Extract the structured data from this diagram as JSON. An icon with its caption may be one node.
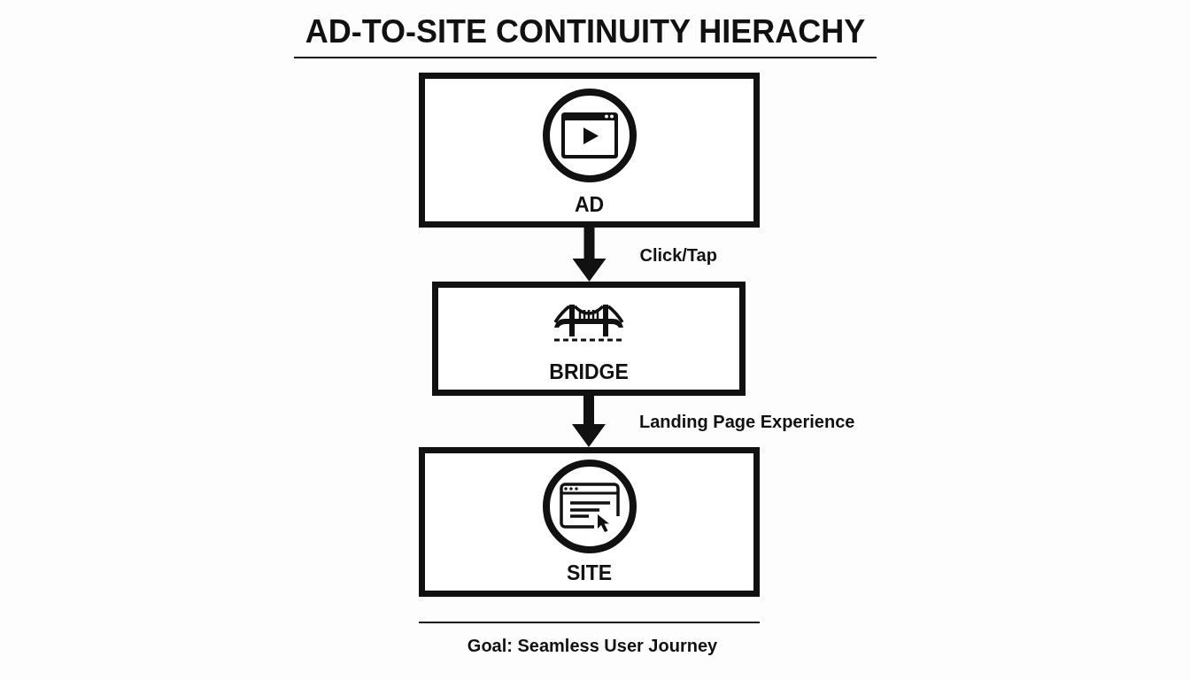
{
  "diagram": {
    "title": "AD-TO-SITE CONTINUITY HIERACHY",
    "caption": "Goal: Seamless User Journey",
    "nodes": [
      {
        "text": [
          "AD"
        ]
      },
      {
        "text": [
          "BRIDGE"
        ]
      },
      {
        "text": [
          "SITE"
        ]
      }
    ],
    "edges": [
      {
        "from": 0,
        "to": 1,
        "arrow": "to",
        "label": "Click/Tap"
      },
      {
        "from": 1,
        "to": 2,
        "arrow": "to",
        "label": "Landing Page Experience"
      }
    ]
  }
}
